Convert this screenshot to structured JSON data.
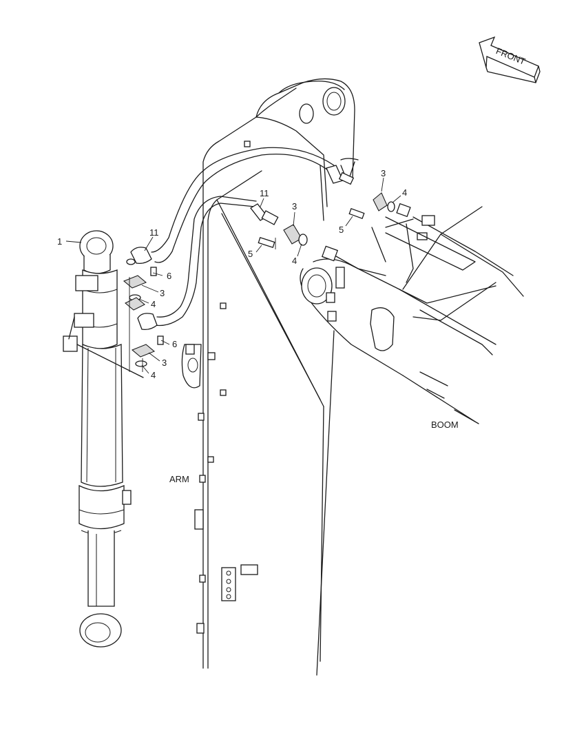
{
  "diagram": {
    "orientation_label": "FRONT",
    "area_labels": {
      "arm": "ARM",
      "boom": "BOOM"
    },
    "callouts": {
      "cylinder": "1",
      "hose_lower_left": "11",
      "hose_upper_mid": "11",
      "clamp_left_upper": "3",
      "clamp_left_lower": "3",
      "clamp_mid": "3",
      "clamp_right": "3",
      "oring_left_upper": "4",
      "oring_left_lower": "4",
      "oring_mid": "4",
      "oring_right": "4",
      "bolt_left_upper": "6",
      "bolt_left_lower": "6",
      "bolt_mid": "5",
      "bolt_right": "5"
    }
  }
}
